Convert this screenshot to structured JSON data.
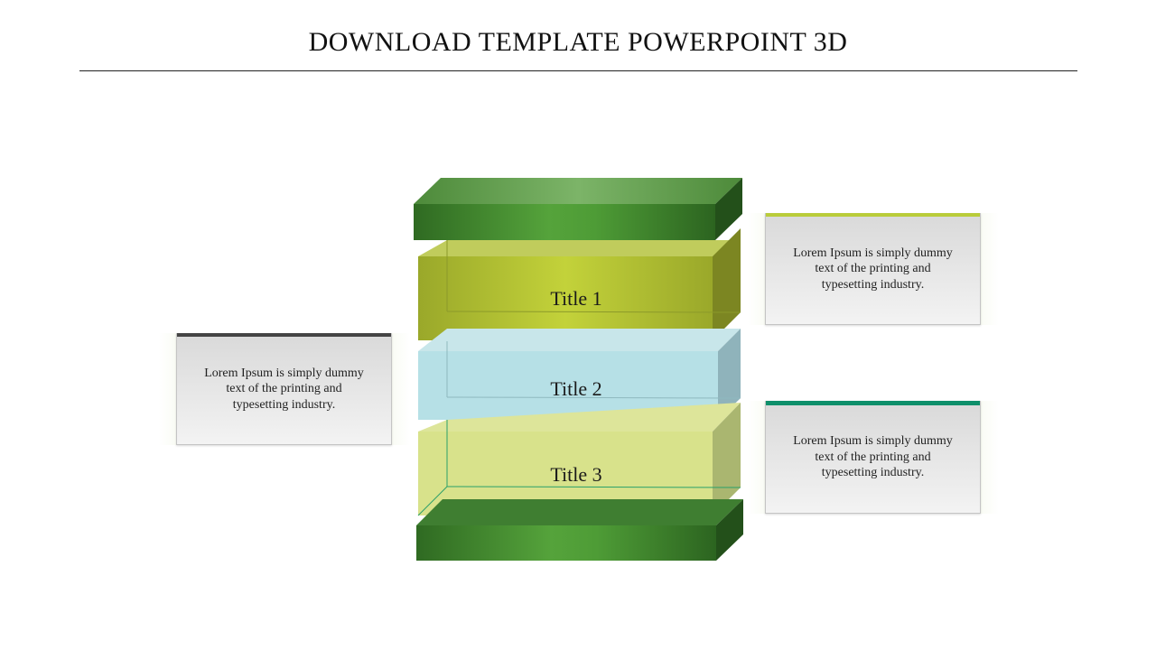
{
  "page": {
    "title": "DOWNLOAD TEMPLATE POWERPOINT 3D"
  },
  "layers": [
    {
      "label": "Title 1",
      "color": "#a9bd2c"
    },
    {
      "label": "Title 2",
      "color": "#b8e0e6"
    },
    {
      "label": "Title 3",
      "color": "#d9e28b"
    }
  ],
  "caps": {
    "color": "#4a9a36"
  },
  "notes": [
    {
      "text": "Lorem Ipsum is simply dummy text of the printing and typesetting industry.",
      "accent": "#444444"
    },
    {
      "text": "Lorem Ipsum is simply dummy text of the printing and typesetting industry.",
      "accent": "#b9cc3a"
    },
    {
      "text": "Lorem Ipsum is simply dummy text of the printing and typesetting industry.",
      "accent": "#0e8f6a"
    }
  ]
}
